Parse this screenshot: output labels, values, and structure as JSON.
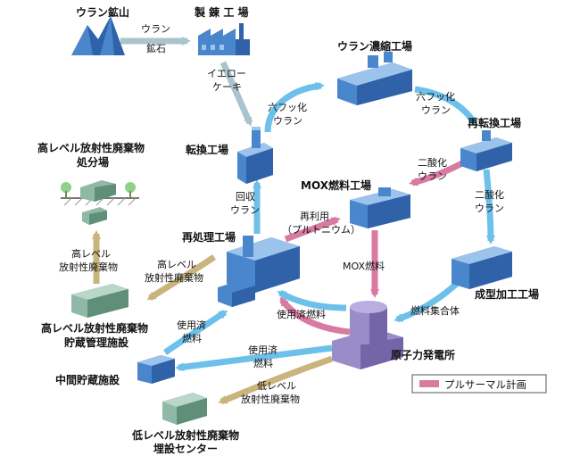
{
  "facilities": {
    "uranium_mine": "ウラン鉱山",
    "refinery": "製 錬 工 場",
    "enrichment": "ウラン濃縮工場",
    "conversion": "転換工場",
    "reconversion": "再転換工場",
    "mox_plant": "MOX燃料工場",
    "reprocessing": "再処理工場",
    "fabrication": "成型加工工場",
    "power_plant": "原子力発電所",
    "hlw_disposal": [
      "高レベル放射性廃棄物",
      "処分場"
    ],
    "hlw_storage": [
      "高レベル放射性廃棄物",
      "貯蔵管理施設"
    ],
    "interim_storage": "中間貯蔵施設",
    "llw_center": [
      "低レベル放射性廃棄物",
      "埋設センター"
    ]
  },
  "flows": {
    "ore": [
      "ウラン",
      "鉱石"
    ],
    "yellowcake": [
      "イエロー",
      "ケーキ"
    ],
    "uf6_a": [
      "六フッ化",
      "ウラン"
    ],
    "uf6_b": [
      "六フッ化",
      "ウラン"
    ],
    "dioxide_a": [
      "二酸化",
      "ウラン"
    ],
    "dioxide_b": [
      "二酸化",
      "ウラン"
    ],
    "recovered": [
      "回収",
      "ウラン"
    ],
    "reuse": [
      "再利用",
      "（プルトニウム）"
    ],
    "mox_fuel": "MOX燃料",
    "assembly": "燃料集合体",
    "spent_a": "使用済燃料",
    "spent_b": [
      "使用済",
      "燃料"
    ],
    "spent_c": [
      "使用済",
      "燃料"
    ],
    "hlw_a": [
      "高レベル",
      "放射性廃棄物"
    ],
    "hlw_b": [
      "高レベル",
      "放射性廃棄物"
    ],
    "llw": [
      "低レベル",
      "放射性廃棄物"
    ]
  },
  "legend": {
    "label": "プルサーマル計画"
  },
  "colors": {
    "main_flow": "#6cc0ea",
    "pluthermal": "#d97aa0",
    "waste": "#c9b47c",
    "building": "#4a86cc",
    "building_dark": "#2f62a8",
    "building_light": "#9cc3ec",
    "green_building": "#8fb9a6",
    "green_dark": "#5f8e79",
    "reactor": "#9a8cc8",
    "reactor_dark": "#7464a8"
  }
}
